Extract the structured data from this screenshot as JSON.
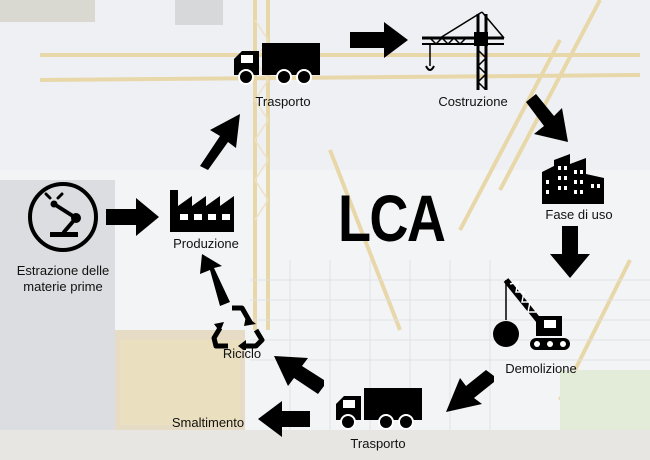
{
  "diagram": {
    "title": "LCA",
    "stages": {
      "extraction": "Estrazione delle\nmaterie prime",
      "production": "Produzione",
      "transport_top": "Trasporto",
      "construction": "Costruzione",
      "use_phase": "Fase di uso",
      "demolition": "Demolizione",
      "transport_bottom": "Trasporto",
      "recycling": "Riciclo",
      "disposal": "Smaltimento"
    },
    "icons": {
      "extraction": "robot-arm-icon",
      "production": "factory-icon",
      "transport_top": "truck-icon",
      "construction": "tower-crane-icon",
      "use_phase": "buildings-icon",
      "demolition": "wrecking-crane-icon",
      "transport_bottom": "truck-icon",
      "recycling": "recycle-icon",
      "disposal": "arrow-icon"
    },
    "colors": {
      "ink": "#000000",
      "background_tint": "#e9eaec"
    }
  }
}
